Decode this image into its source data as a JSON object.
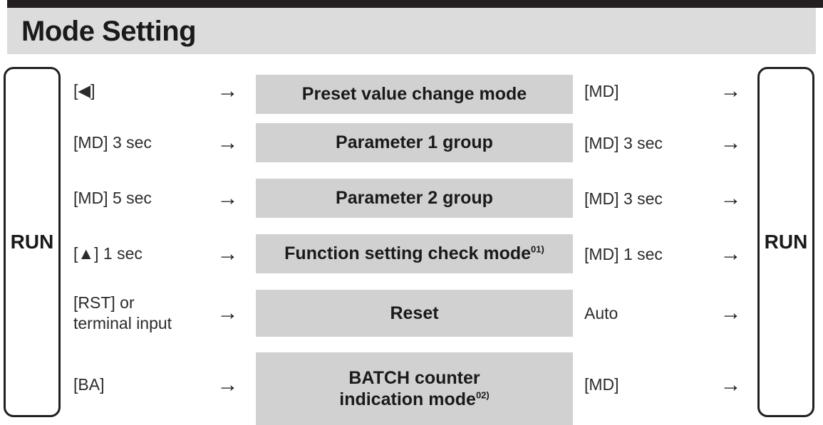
{
  "header": {
    "title": "Mode Setting",
    "band_color": "#dcdcdc",
    "rule_color": "#231f20"
  },
  "run_left": {
    "label": "RUN"
  },
  "run_right": {
    "label": "RUN"
  },
  "arrow_glyph": "→",
  "mode_box_color": "#d1d1d1",
  "rows": [
    {
      "trigger": "[◀]",
      "arrow_left": "→",
      "mode": "Preset value change mode",
      "mode_sup": "",
      "mode_line2": "",
      "condition": "[MD]",
      "arrow_right": "→"
    },
    {
      "trigger": "[MD] 3 sec",
      "arrow_left": "→",
      "mode": "Parameter 1 group",
      "mode_sup": "",
      "mode_line2": "",
      "condition": "[MD] 3 sec",
      "arrow_right": "→"
    },
    {
      "trigger": "[MD] 5 sec",
      "arrow_left": "→",
      "mode": "Parameter 2 group",
      "mode_sup": "",
      "mode_line2": "",
      "condition": "[MD] 3 sec",
      "arrow_right": "→"
    },
    {
      "trigger": "[▲] 1 sec",
      "arrow_left": "→",
      "mode": "Function setting check mode",
      "mode_sup": "01)",
      "mode_line2": "",
      "condition": "[MD] 1 sec",
      "arrow_right": "→"
    },
    {
      "trigger": "[RST] or\nterminal input",
      "arrow_left": "→",
      "mode": "Reset",
      "mode_sup": "",
      "mode_line2": "",
      "condition": "Auto",
      "arrow_right": "→"
    },
    {
      "trigger": "[BA]",
      "arrow_left": "→",
      "mode": "BATCH counter",
      "mode_sup": "02)",
      "mode_line2": "indication mode",
      "condition": "[MD]",
      "arrow_right": "→"
    }
  ]
}
